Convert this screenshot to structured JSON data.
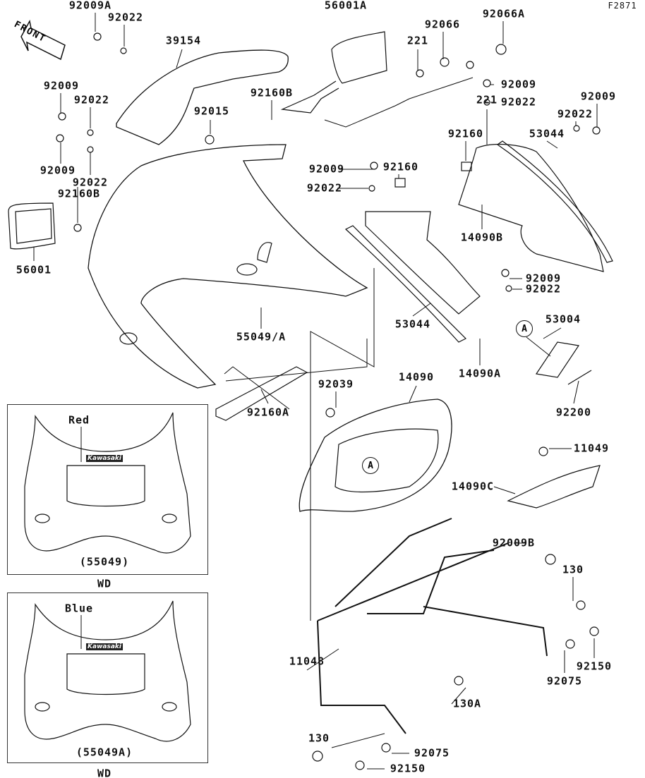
{
  "diagram_code": "F2871",
  "front_arrow": "FRONT",
  "logo_text": "Kawasaki",
  "inset_marker": "A",
  "callouts": [
    "92009A",
    "92022",
    "39154",
    "56001A",
    "221",
    "92066",
    "92066A",
    "92009",
    "92022",
    "92160B",
    "92015",
    "92009",
    "92022",
    "221",
    "92009",
    "92022",
    "92160",
    "53044",
    "92009",
    "92022",
    "92160B",
    "92009",
    "92160",
    "92022",
    "56001",
    "14090B",
    "92009",
    "92022",
    "55049/A",
    "53044",
    "14090A",
    "53004",
    "92200",
    "92039",
    "14090",
    "11049",
    "14090C",
    "92160A",
    "Red",
    "(55049)",
    "WD",
    "Blue",
    "(55049A)",
    "WD",
    "92009B",
    "130",
    "92150",
    "92075",
    "11048",
    "130A",
    "130",
    "92075",
    "92150"
  ]
}
